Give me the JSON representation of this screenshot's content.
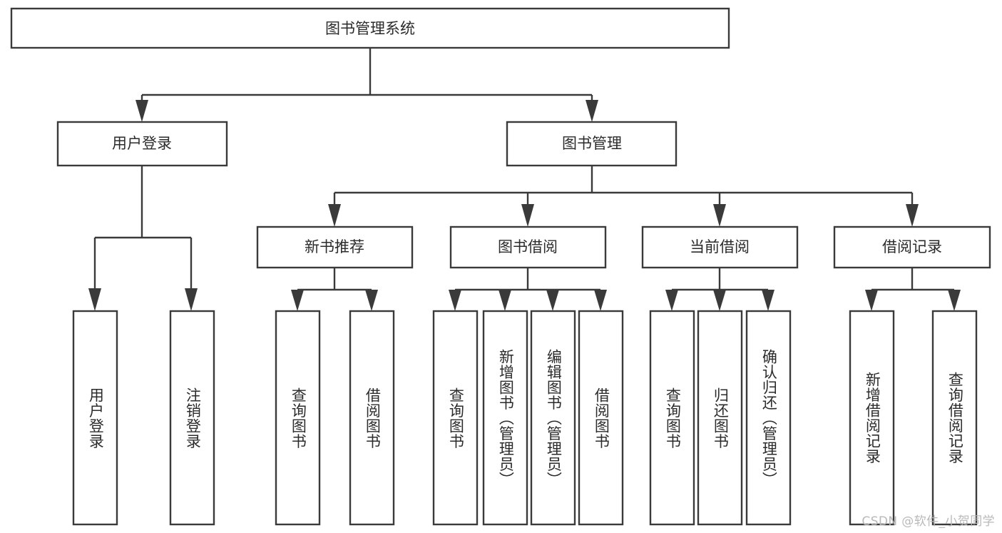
{
  "diagram": {
    "type": "tree",
    "title": "图书管理系统",
    "root": {
      "id": "root",
      "label": "图书管理系统",
      "orientation": "horizontal"
    },
    "level1": [
      {
        "id": "user-login",
        "label": "用户登录",
        "orientation": "horizontal"
      },
      {
        "id": "book-manage",
        "label": "图书管理",
        "orientation": "horizontal"
      }
    ],
    "level2": [
      {
        "id": "new-book-recommend",
        "label": "新书推荐",
        "orientation": "horizontal",
        "parent": "book-manage"
      },
      {
        "id": "book-borrow",
        "label": "图书借阅",
        "orientation": "horizontal",
        "parent": "book-manage"
      },
      {
        "id": "current-borrow",
        "label": "当前借阅",
        "orientation": "horizontal",
        "parent": "book-manage"
      },
      {
        "id": "borrow-record",
        "label": "借阅记录",
        "orientation": "horizontal",
        "parent": "book-manage"
      }
    ],
    "leaves": {
      "user-login": [
        {
          "id": "leaf-user-login",
          "label": "用户登录",
          "orientation": "vertical"
        },
        {
          "id": "leaf-logout-login",
          "label": "注销登录",
          "orientation": "vertical"
        }
      ],
      "new-book-recommend": [
        {
          "id": "leaf-query-book-1",
          "label": "查询图书",
          "orientation": "vertical"
        },
        {
          "id": "leaf-borrow-book-1",
          "label": "借阅图书",
          "orientation": "vertical"
        }
      ],
      "book-borrow": [
        {
          "id": "leaf-query-book-2",
          "label": "查询图书",
          "orientation": "vertical"
        },
        {
          "id": "leaf-add-book",
          "label": "新增图书（管理员）",
          "orientation": "vertical"
        },
        {
          "id": "leaf-edit-book",
          "label": "编辑图书（管理员）",
          "orientation": "vertical"
        },
        {
          "id": "leaf-borrow-book-2",
          "label": "借阅图书",
          "orientation": "vertical"
        }
      ],
      "current-borrow": [
        {
          "id": "leaf-query-book-3",
          "label": "查询图书",
          "orientation": "vertical"
        },
        {
          "id": "leaf-return-book",
          "label": "归还图书",
          "orientation": "vertical"
        },
        {
          "id": "leaf-confirm-return",
          "label": "确认归还（管理员）",
          "orientation": "vertical"
        }
      ],
      "borrow-record": [
        {
          "id": "leaf-add-record",
          "label": "新增借阅记录",
          "orientation": "vertical"
        },
        {
          "id": "leaf-query-record",
          "label": "查询借阅记录",
          "orientation": "vertical"
        }
      ]
    }
  },
  "watermark": {
    "text": "CSDN @软件_小贺同学"
  },
  "colors": {
    "stroke": "#3a3a3a",
    "fill": "#ffffff",
    "text": "#2b2b2b",
    "watermark": "#b9b9b9",
    "background": "#ffffff"
  }
}
